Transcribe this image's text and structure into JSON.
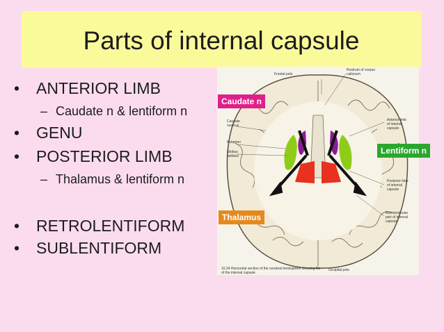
{
  "title": "Parts of internal capsule",
  "bullets": {
    "anterior_limb": "ANTERIOR LIMB",
    "anterior_sub": "Caudate n & lentiform n",
    "genu": "GENU",
    "posterior_limb": "POSTERIOR LIMB",
    "posterior_sub": "Thalamus & lentiform n",
    "retrolentiform": "RETROLENTIFORM",
    "sublentiform": "SUBLENTIFORM"
  },
  "figure_labels": {
    "caudate": "Caudate n",
    "lentiform": "Lentiform n",
    "thalamus": "Thalamus"
  },
  "figure_small_labels": {
    "frontal_pole": "Frontal pole",
    "rostrum_1": "Rostrum of corpus",
    "rostrum_2": "callosum",
    "caudate_1": "Caudate",
    "caudate_2": "nucleus",
    "putamen": "Putamen",
    "globus_1": "Globus",
    "globus_2": "pallidus",
    "anterior_1": "Anterior limb",
    "anterior_2": "of internal",
    "anterior_3": "capsule",
    "posterior_1": "Posterior limb",
    "posterior_2": "of internal",
    "posterior_3": "capsule",
    "retro_1": "Retrolenticular",
    "retro_2": "part of internal",
    "retro_3": "capsule",
    "caption_1": "10.24 Horizontal section of the cerebral hemisphere showing the",
    "caption_2": "of the internal capsule",
    "occipital": "Occipital pole"
  },
  "colors": {
    "caudate": "#8e1a96",
    "lentiform": "#8fcc1a",
    "thalamus": "#e8311f",
    "tag_bg": "#e0208a",
    "tag_green": "#2aa72e",
    "tag_orange": "#e6891c"
  }
}
